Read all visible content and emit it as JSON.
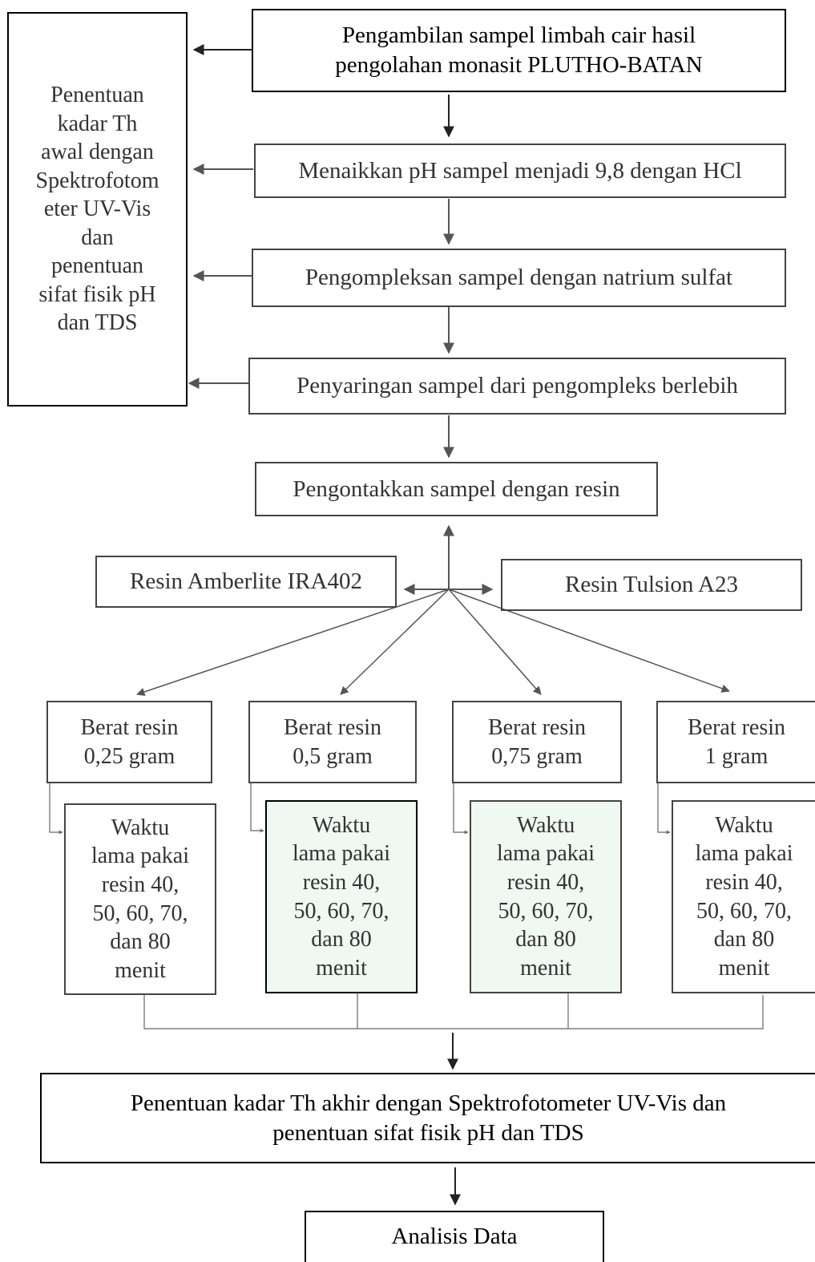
{
  "diagram": {
    "side_note": "Penentuan\nkadar Th\nawal dengan\nSpektrofotom\neter UV-Vis\ndan\npenentuan\nsifat fisik pH\ndan TDS",
    "steps": [
      "Pengambilan sampel limbah cair hasil\npengolahan monasit PLUTHO-BATAN",
      "Menaikkan pH sampel menjadi 9,8 dengan HCl",
      "Pengompleksan sampel dengan natrium sulfat",
      "Penyaringan sampel dari pengompleks berlebih",
      "Pengontakkan sampel dengan resin"
    ],
    "resins": [
      "Resin Amberlite IRA402",
      "Resin Tulsion A23"
    ],
    "weights": [
      "Berat resin\n0,25 gram",
      "Berat resin\n0,5 gram",
      "Berat resin\n0,75 gram",
      "Berat resin\n1 gram"
    ],
    "times": [
      "Waktu\nlama pakai\nresin 40,\n50, 60, 70,\ndan 80\nmenit",
      "Waktu\nlama pakai\nresin 40,\n50, 60, 70,\ndan 80\nmenit",
      "Waktu\nlama pakai\nresin 40,\n50, 60, 70,\ndan 80\nmenit",
      "Waktu\nlama pakai\nresin 40,\n50, 60, 70,\ndan 80\nmenit"
    ],
    "final_step": "Penentuan kadar Th akhir dengan Spektrofotometer UV-Vis dan\npenentuan sifat fisik pH dan TDS",
    "analysis": "Analisis Data"
  }
}
